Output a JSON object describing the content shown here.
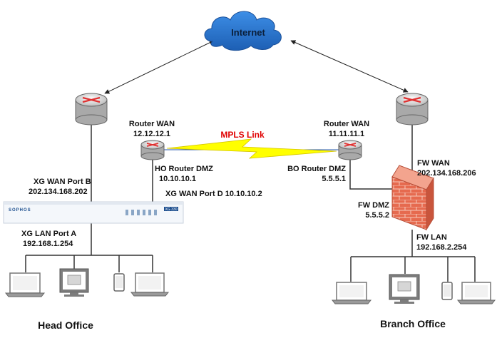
{
  "cloud": {
    "label": "Internet",
    "color": "#1f6fc9"
  },
  "mpls": {
    "label": "MPLS Link",
    "bolt_color": "#ffff00",
    "label_color": "#e00000"
  },
  "head_office": {
    "title": "Head Office",
    "router_wan": {
      "label": "Router WAN",
      "ip": "12.12.12.1"
    },
    "router_dmz": {
      "label": "HO Router DMZ",
      "ip": "10.10.10.1"
    },
    "xg_wan_b": {
      "label": "XG WAN Port B",
      "ip": "202.134.168.202"
    },
    "xg_wan_d": "XG WAN Port D 10.10.10.2",
    "xg_lan_a": {
      "label": "XG LAN Port A",
      "ip": "192.168.1.254"
    },
    "appliance": {
      "brand": "SOPHOS",
      "model": "XG 330"
    }
  },
  "branch_office": {
    "title": "Branch Office",
    "router_wan": {
      "label": "Router WAN",
      "ip": "11.11.11.1"
    },
    "router_dmz": {
      "label": "BO Router DMZ",
      "ip": "5.5.5.1"
    },
    "fw_wan": {
      "label": "FW WAN",
      "ip": "202.134.168.206"
    },
    "fw_dmz": {
      "label": "FW DMZ",
      "ip": "5.5.5.2"
    },
    "fw_lan": {
      "label": "FW LAN",
      "ip": "192.168.2.254"
    }
  }
}
